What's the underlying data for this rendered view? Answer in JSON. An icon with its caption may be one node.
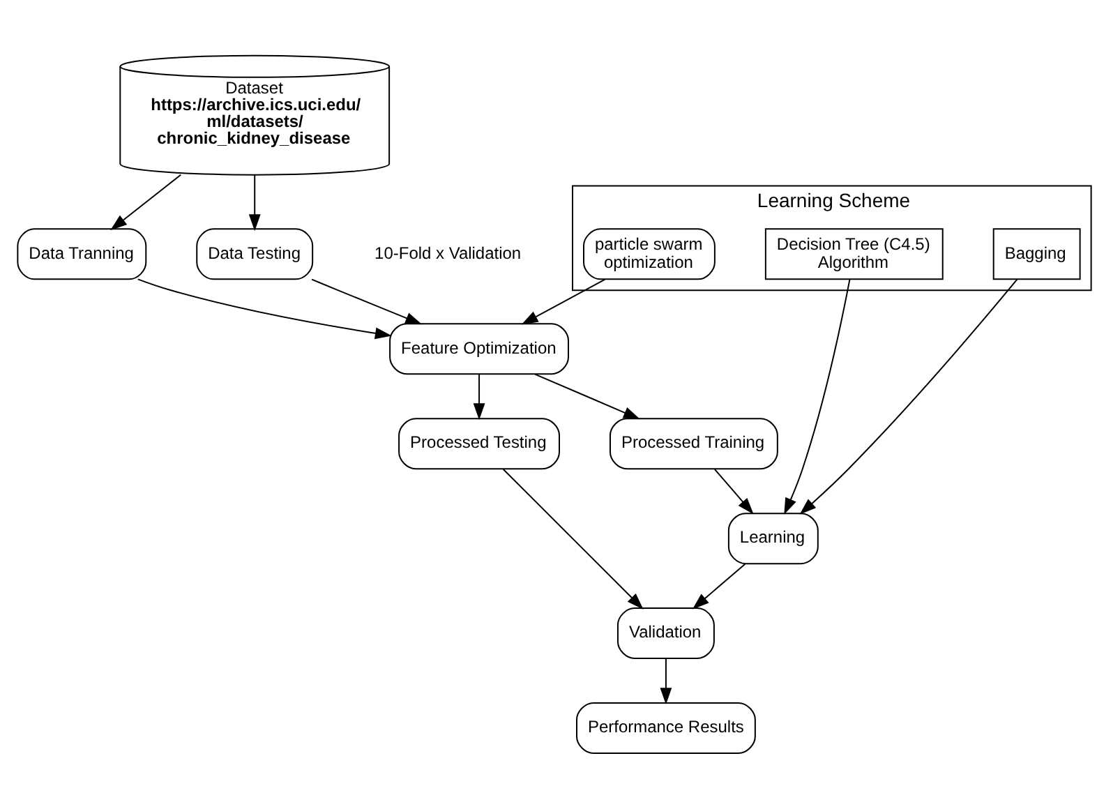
{
  "diagram": {
    "nodes": [
      {
        "text": [
          "Dataset",
          "https://archive.ics.uci.edu/ml/datasets/chronic_kidney_disease"
        ]
      },
      {
        "text": [
          "Data Tranning"
        ]
      },
      {
        "text": [
          "Data Testing"
        ]
      },
      {
        "text": [
          "Learning Scheme"
        ]
      },
      {
        "text": [
          "particle swarm optimization"
        ],
        "in": 3
      },
      {
        "text": [
          "Feature Optimization"
        ]
      },
      {
        "text": [
          "Processed Training"
        ]
      },
      {
        "text": [
          "Processed Testing"
        ]
      },
      {
        "text": [
          "Decision Tree (C4.5) Algorithm"
        ],
        "in": 3
      },
      {
        "text": [
          "Bagging"
        ],
        "in": 3
      },
      {
        "text": [
          "Learning"
        ]
      },
      {
        "text": [
          "Validation"
        ]
      },
      {
        "text": [
          "Performance Results"
        ]
      }
    ],
    "edges": [
      {
        "from": 0,
        "to": 1,
        "arrow": "to"
      },
      {
        "from": 0,
        "to": 2,
        "arrow": "to"
      },
      {
        "from": 1,
        "to": 5,
        "arrow": "to"
      },
      {
        "from": 2,
        "to": 5,
        "arrow": "to"
      },
      {
        "from": 4,
        "to": 5,
        "arrow": "to"
      },
      {
        "from": 5,
        "to": 6,
        "arrow": "to"
      },
      {
        "from": 5,
        "to": 7,
        "arrow": "to"
      },
      {
        "from": 6,
        "to": 10,
        "arrow": "to"
      },
      {
        "from": 8,
        "to": 10,
        "arrow": "to"
      },
      {
        "from": 9,
        "to": 10,
        "arrow": "to"
      },
      {
        "from": 10,
        "to": 11,
        "arrow": "to"
      },
      {
        "from": 7,
        "to": 11,
        "arrow": "to"
      },
      {
        "from": 11,
        "to": 12,
        "arrow": "to"
      }
    ],
    "labels": [
      "10-Fold x Validation"
    ]
  }
}
